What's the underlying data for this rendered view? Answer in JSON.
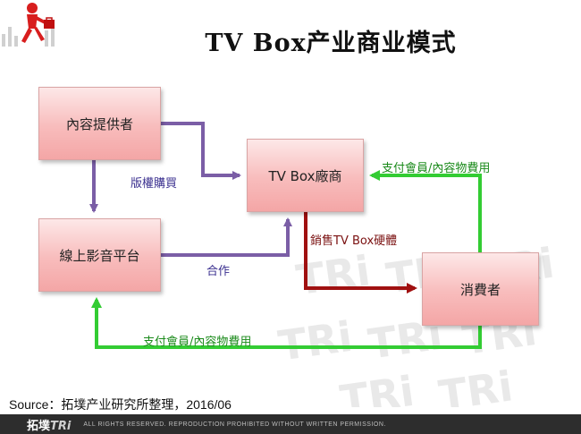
{
  "title": "TV Box产业商业模式",
  "nodes": {
    "provider": "內容提供者",
    "platform": "線上影音平台",
    "vendor": "TV Box廠商",
    "consumer": "消費者"
  },
  "edges": {
    "license": "版權購買",
    "cooperation": "合作",
    "pay_to_vendor": "支付會員/內容物費用",
    "sell_hardware": "銷售TV Box硬體",
    "pay_to_platform": "支付會員/內容物費用"
  },
  "source": "Source：拓墣产业研究所整理，2016/06",
  "footer": {
    "brand_cn": "拓墣",
    "brand_en": "TRi",
    "notice": "ALL RIGHTS RESERVED. REPRODUCTION PROHIBITED WITHOUT WRITTEN PERMISSION."
  },
  "colors": {
    "purple": "#7b5ea6",
    "green": "#33cc33",
    "darkred": "#a01010",
    "box_border": "#d9a4a4"
  }
}
